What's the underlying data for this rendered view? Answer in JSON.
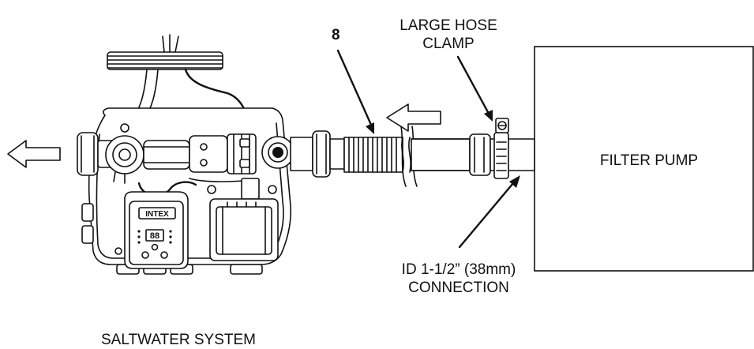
{
  "labels": {
    "callout_number": "8",
    "large_hose_clamp_line1": "LARGE HOSE",
    "large_hose_clamp_line2": "CLAMP",
    "filter_pump": "FILTER PUMP",
    "connection_line1": "ID 1-1/2” (38mm)",
    "connection_line2": "CONNECTION",
    "saltwater_system": "SALTWATER SYSTEM",
    "brand_logo": "INTEX",
    "display_digits": "88"
  },
  "colors": {
    "line": "#111111",
    "background": "#ffffff"
  }
}
